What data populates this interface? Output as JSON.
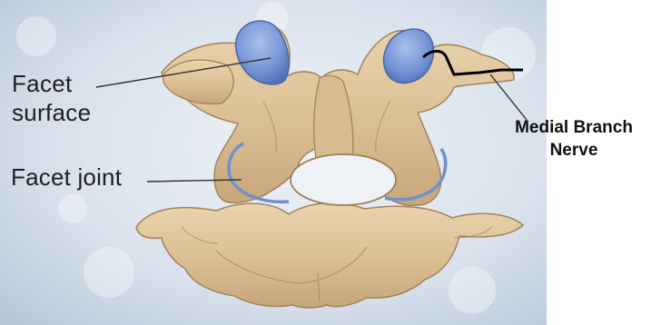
{
  "labels": {
    "facet_surface": [
      "Facet",
      "surface"
    ],
    "facet_joint": "Facet joint",
    "medial_branch_nerve": [
      "Medial Branch",
      "Nerve"
    ]
  },
  "colors": {
    "background": "#d4dde8",
    "bone": "#dfc49a",
    "bone_shadow": "#a3825a",
    "facet_cartilage": "#6f8fcf",
    "nerve": "#000000"
  }
}
